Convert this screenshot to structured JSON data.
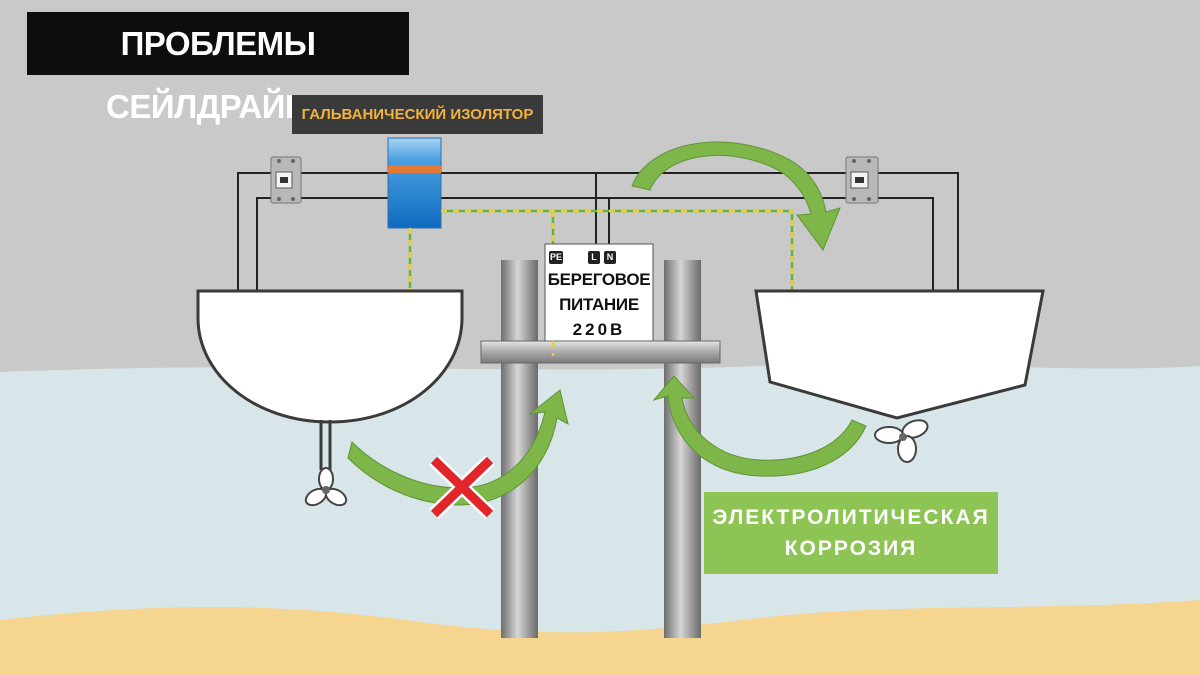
{
  "title": "ПРОБЛЕМЫ СЕЙЛДРАЙВА",
  "isolator_label": "ГАЛЬВАНИЧЕСКИЙ ИЗОЛЯТОР",
  "shore_power": {
    "line1": "БЕРЕГОВОЕ",
    "line2": "ПИТАНИЕ",
    "voltage": "220В",
    "terminals": {
      "pe": "PE",
      "l": "L",
      "n": "N"
    }
  },
  "corrosion_label": {
    "line1": "ЭЛЕКТРОЛИТИЧЕСКАЯ",
    "line2": "КОРРОЗИЯ"
  },
  "colors": {
    "background": "#c9c9c9",
    "water": "#d8e6ea",
    "sand": "#f5d58f",
    "arrow_green": "#7fb64a",
    "ground_wire": "#e8d32a",
    "cross_red": "#e0262b",
    "isolator_blue": "#1f7fd1",
    "isolator_stripe": "#e07a35"
  },
  "icons": [
    "propeller-icon",
    "cross-icon",
    "circuit-breaker-icon",
    "green-arrow-icon"
  ]
}
